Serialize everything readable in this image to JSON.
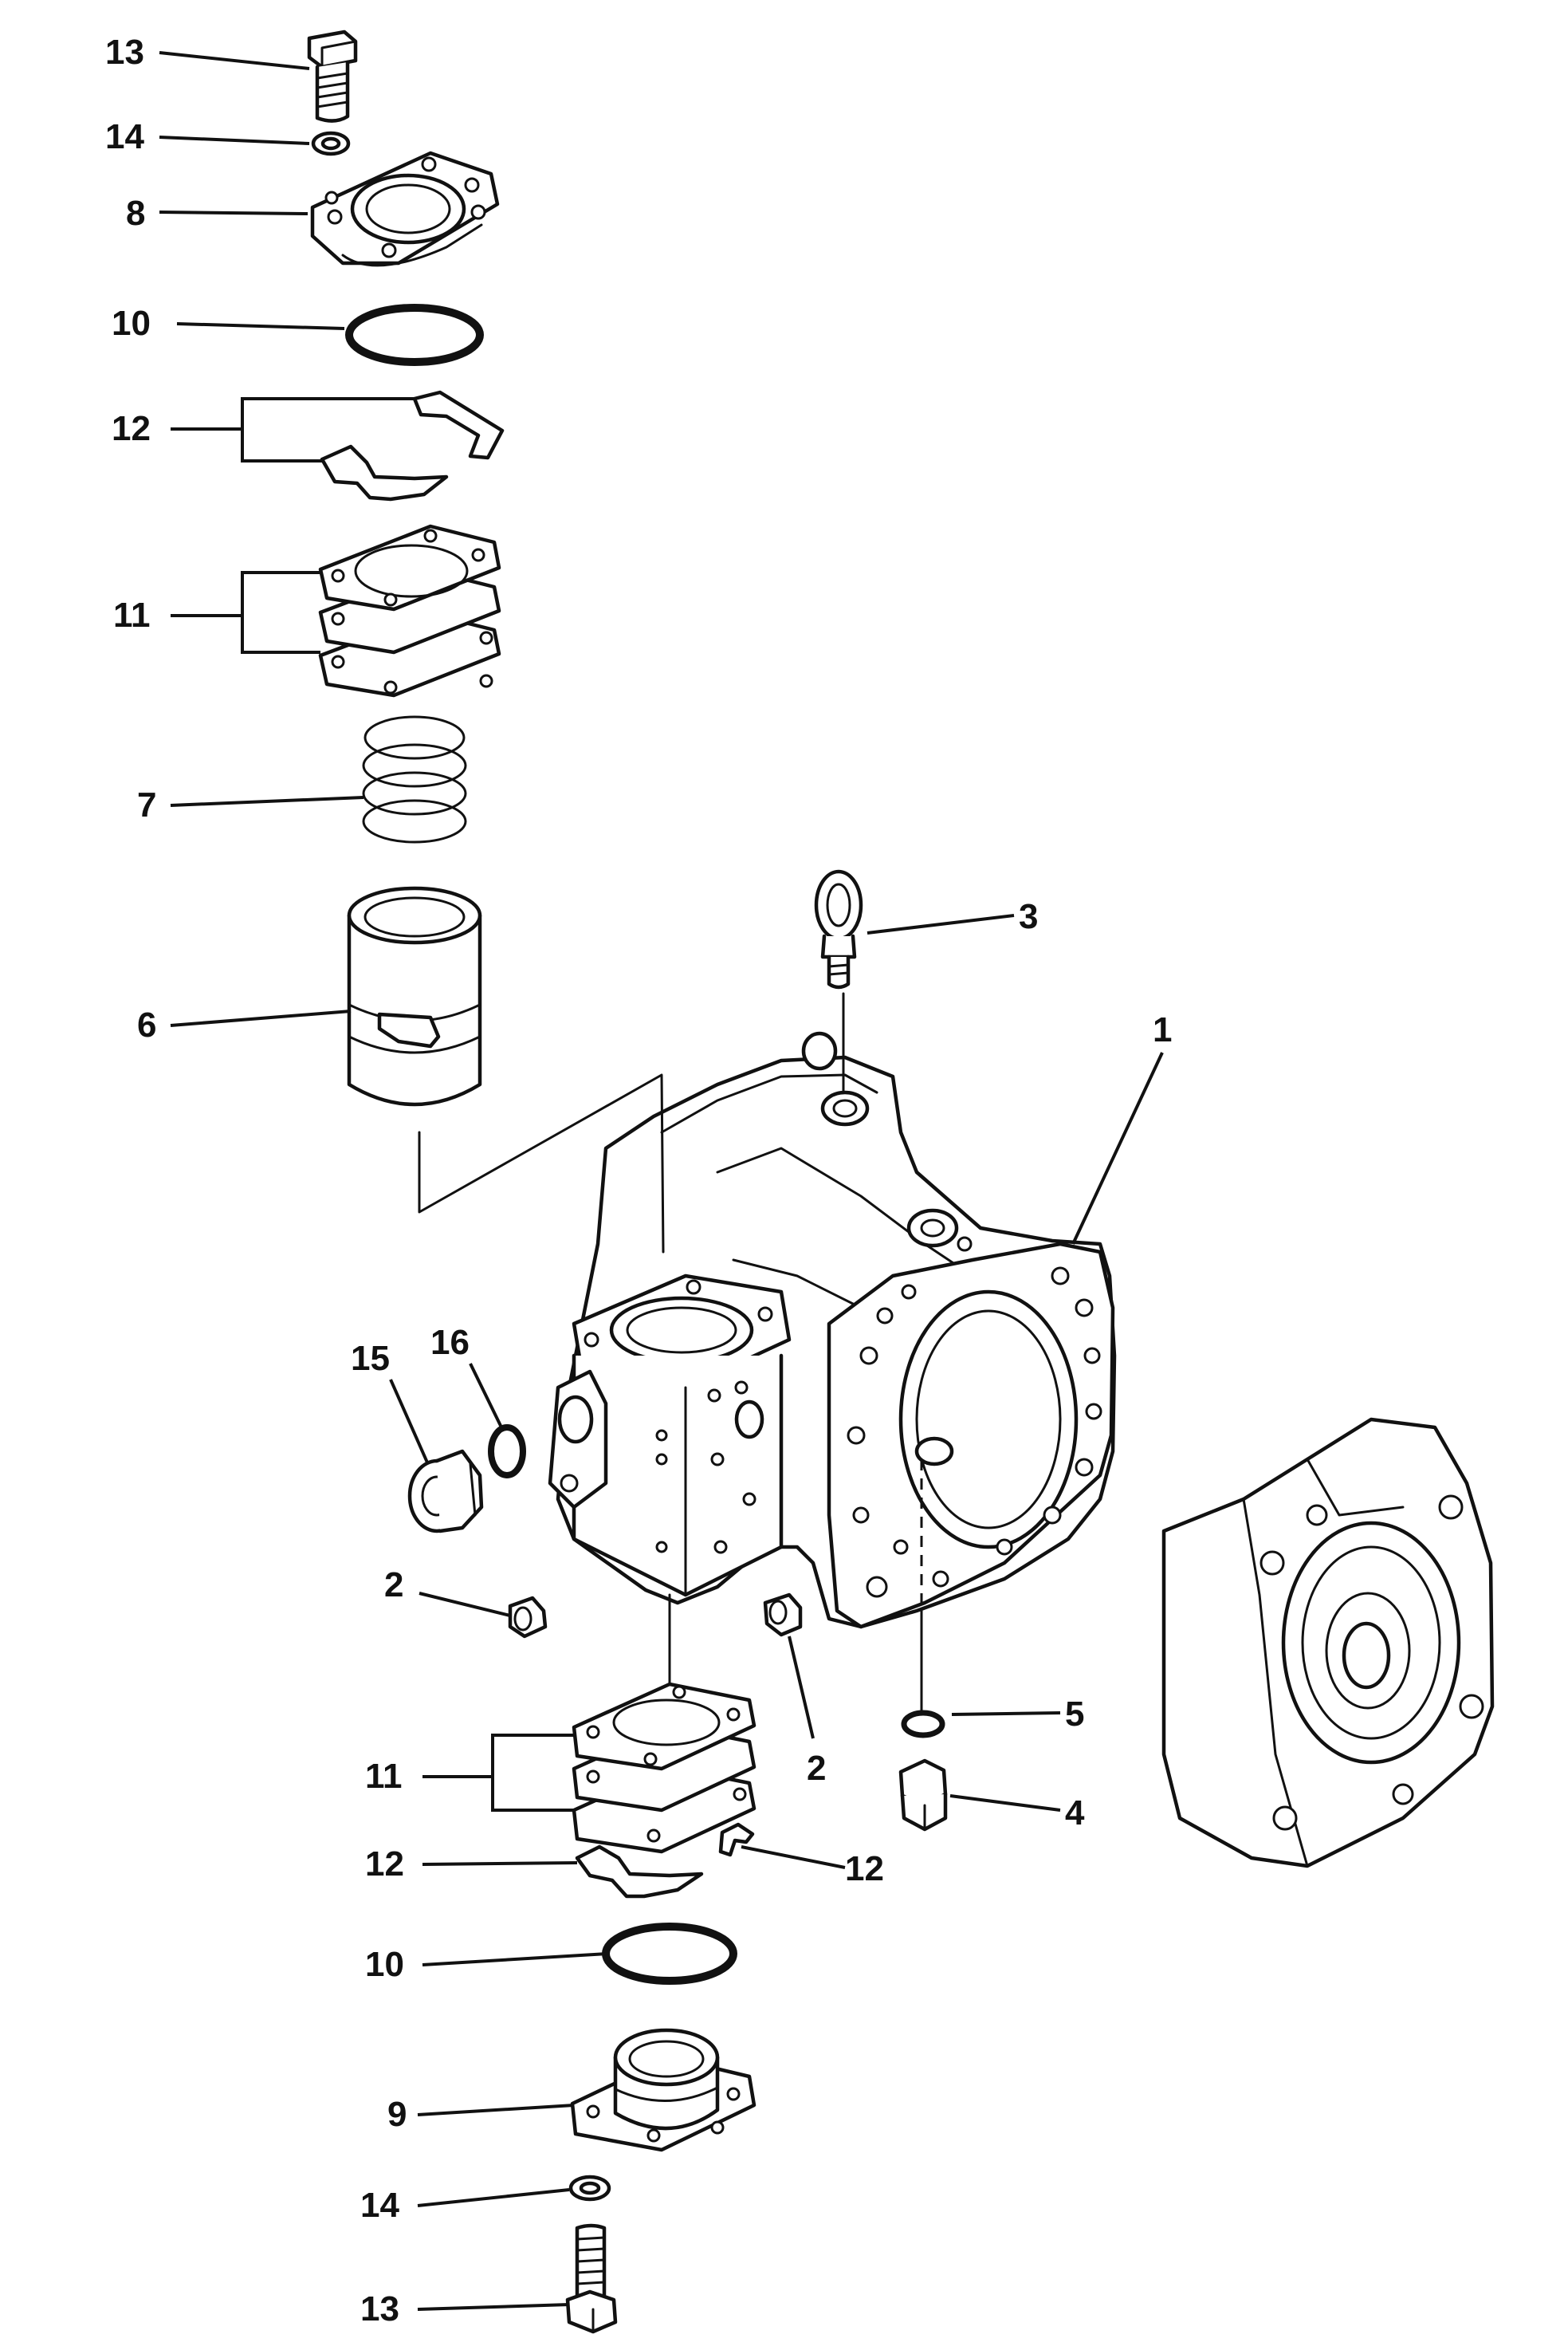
{
  "callouts": [
    {
      "id": "13a",
      "label": "13"
    },
    {
      "id": "14a",
      "label": "14"
    },
    {
      "id": "8",
      "label": "8"
    },
    {
      "id": "10a",
      "label": "10"
    },
    {
      "id": "12a",
      "label": "12"
    },
    {
      "id": "11a",
      "label": "11"
    },
    {
      "id": "7",
      "label": "7"
    },
    {
      "id": "6",
      "label": "6"
    },
    {
      "id": "3",
      "label": "3"
    },
    {
      "id": "1",
      "label": "1"
    },
    {
      "id": "16",
      "label": "16"
    },
    {
      "id": "15",
      "label": "15"
    },
    {
      "id": "2a",
      "label": "2"
    },
    {
      "id": "2b",
      "label": "2"
    },
    {
      "id": "5",
      "label": "5"
    },
    {
      "id": "4",
      "label": "4"
    },
    {
      "id": "11b",
      "label": "11"
    },
    {
      "id": "12b",
      "label": "12"
    },
    {
      "id": "12c",
      "label": "12"
    },
    {
      "id": "10b",
      "label": "10"
    },
    {
      "id": "9",
      "label": "9"
    },
    {
      "id": "14b",
      "label": "14"
    },
    {
      "id": "13b",
      "label": "13"
    }
  ]
}
